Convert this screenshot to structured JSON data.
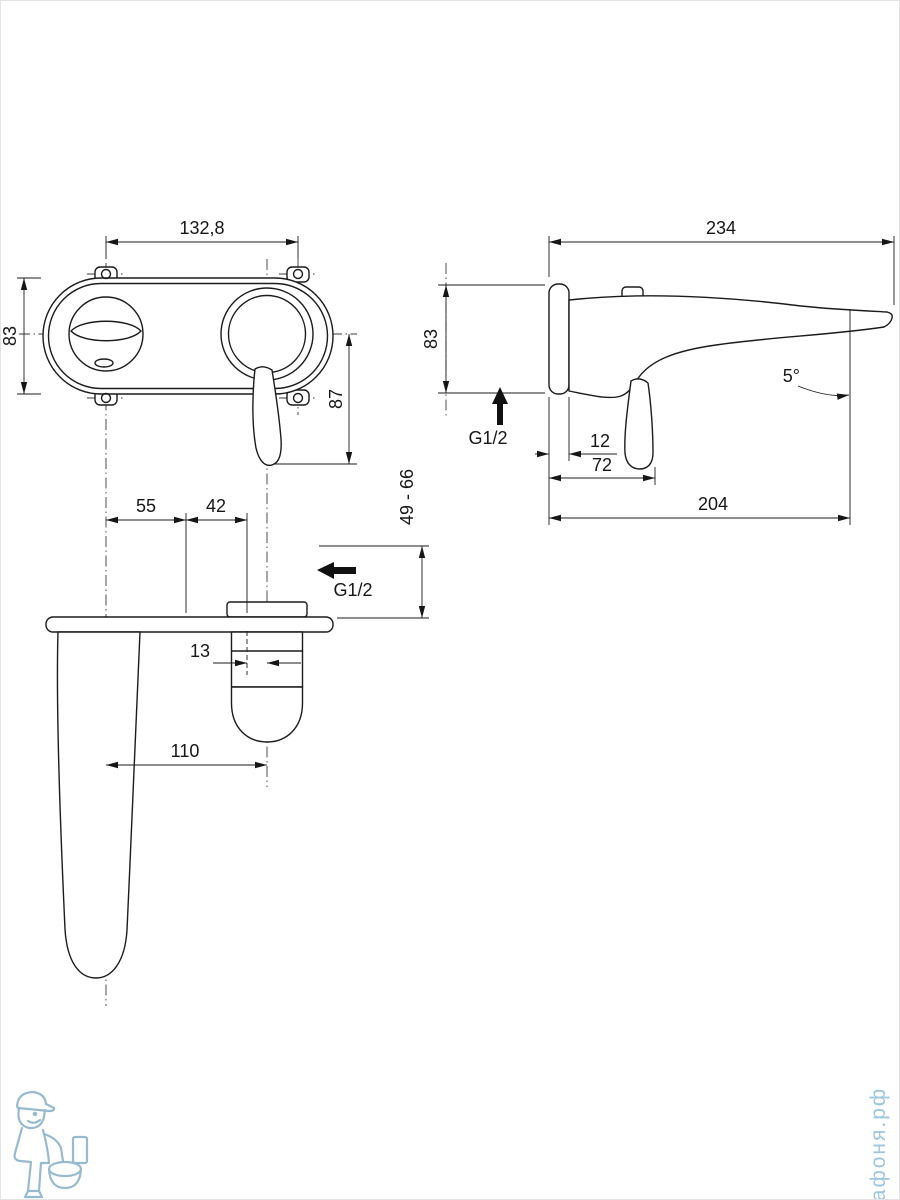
{
  "front_view": {
    "width": "132,8",
    "height": "83",
    "handle_drop": "87"
  },
  "side_view": {
    "length": "234",
    "height": "83",
    "plate_depth": "12",
    "body_depth": "72",
    "spout_reach": "204",
    "angle": "5°",
    "inlet": "G1/2"
  },
  "bottom_view": {
    "offset_left": "55",
    "offset_right": "42",
    "depth_range": "49 - 66",
    "outlet": "G1/2",
    "aerator_offset": "13",
    "spout_length": "110"
  },
  "watermark": {
    "site": "афоня.рф"
  }
}
